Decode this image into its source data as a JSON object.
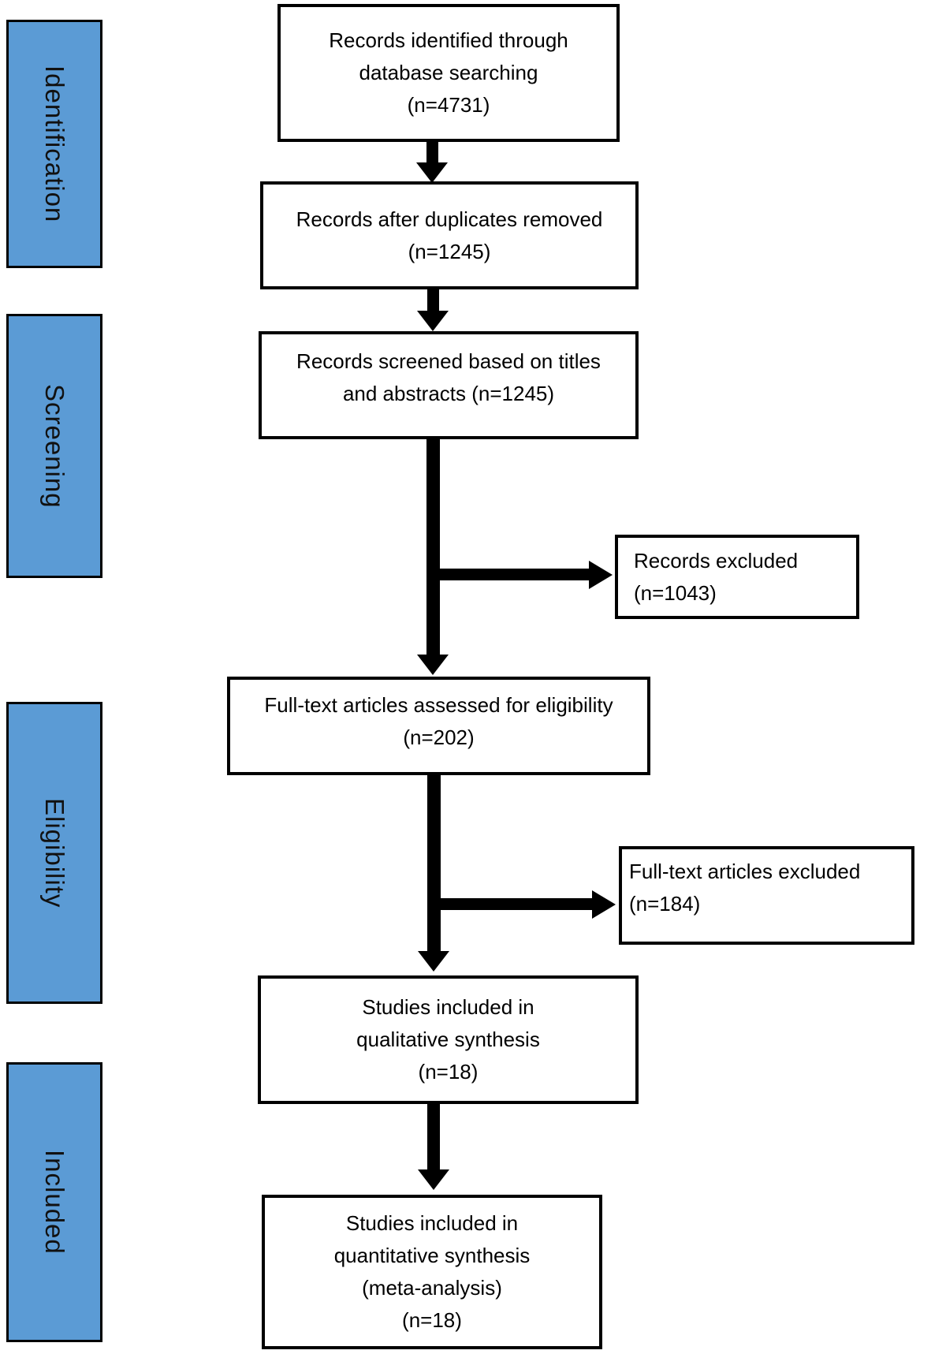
{
  "flow": {
    "side_labels": [
      {
        "id": "identification",
        "label": "Identification"
      },
      {
        "id": "screening",
        "label": "Screening"
      },
      {
        "id": "eligibility",
        "label": "Eligibility"
      },
      {
        "id": "included",
        "label": "Included"
      }
    ],
    "boxes": [
      {
        "id": "records-identified",
        "lines": [
          "Records identified through",
          "database searching",
          "(n=4731)"
        ]
      },
      {
        "id": "records-after-duplicates",
        "lines": [
          "Records after duplicates removed",
          "(n=1245)"
        ]
      },
      {
        "id": "records-screened",
        "lines": [
          "Records screened based on titles",
          "and abstracts (n=1245)"
        ]
      },
      {
        "id": "records-excluded",
        "lines": [
          "Records excluded",
          "(n=1043)"
        ]
      },
      {
        "id": "fulltext-assessed",
        "lines": [
          "Full-text articles assessed for eligibility",
          "(n=202)"
        ]
      },
      {
        "id": "fulltext-excluded",
        "lines": [
          "Full-text articles excluded",
          "(n=184)"
        ]
      },
      {
        "id": "qualitative-synthesis",
        "lines": [
          "Studies included in",
          "qualitative synthesis",
          "(n=18)"
        ]
      },
      {
        "id": "quantitative-synthesis",
        "lines": [
          "Studies included in",
          "quantitative synthesis",
          "(meta-analysis)",
          "(n=18)"
        ]
      }
    ],
    "colors": {
      "stage_fill": "#5b9bd5",
      "border": "#000000",
      "arrow": "#000000",
      "background": "#ffffff"
    }
  }
}
